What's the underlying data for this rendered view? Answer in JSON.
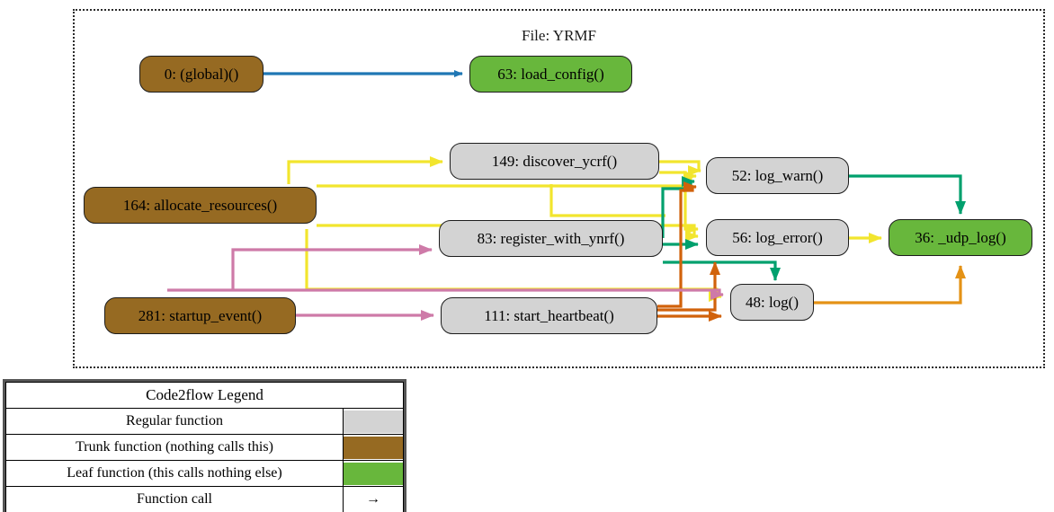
{
  "diagram": {
    "cluster_title": "File: YRMF",
    "nodes": [
      {
        "id": "global",
        "label": "0: (global)()",
        "type": "trunk"
      },
      {
        "id": "load_config",
        "label": "63: load_config()",
        "type": "leaf"
      },
      {
        "id": "discover_ycrf",
        "label": "149: discover_ycrf()",
        "type": "regular"
      },
      {
        "id": "allocate_resources",
        "label": "164: allocate_resources()",
        "type": "trunk"
      },
      {
        "id": "register_with_ynrf",
        "label": "83: register_with_ynrf()",
        "type": "regular"
      },
      {
        "id": "startup_event",
        "label": "281: startup_event()",
        "type": "trunk"
      },
      {
        "id": "start_heartbeat",
        "label": "111: start_heartbeat()",
        "type": "regular"
      },
      {
        "id": "log_warn",
        "label": "52: log_warn()",
        "type": "regular"
      },
      {
        "id": "log_error",
        "label": "56: log_error()",
        "type": "regular"
      },
      {
        "id": "log",
        "label": "48: log()",
        "type": "regular"
      },
      {
        "id": "_udp_log",
        "label": "36: _udp_log()",
        "type": "leaf"
      }
    ],
    "edges": [
      {
        "from": "global",
        "to": "load_config",
        "color": "#1f77b4"
      },
      {
        "from": "allocate_resources",
        "to": "discover_ycrf",
        "color": "#f2e52e"
      },
      {
        "from": "allocate_resources",
        "to": "log_warn",
        "color": "#f2e52e"
      },
      {
        "from": "allocate_resources",
        "to": "log_error",
        "color": "#f2e52e"
      },
      {
        "from": "allocate_resources",
        "to": "log",
        "color": "#f2e52e"
      },
      {
        "from": "discover_ycrf",
        "to": "log_warn",
        "color": "#f2e52e"
      },
      {
        "from": "discover_ycrf",
        "to": "log_error",
        "color": "#f2e52e"
      },
      {
        "from": "register_with_ynrf",
        "to": "log_warn",
        "color": "#00a06d"
      },
      {
        "from": "register_with_ynrf",
        "to": "log_error",
        "color": "#00a06d"
      },
      {
        "from": "register_with_ynrf",
        "to": "log",
        "color": "#00a06d"
      },
      {
        "from": "start_heartbeat",
        "to": "log_warn",
        "color": "#d1620b"
      },
      {
        "from": "start_heartbeat",
        "to": "log",
        "color": "#d1620b"
      },
      {
        "from": "startup_event",
        "to": "register_with_ynrf",
        "color": "#ce7aa8"
      },
      {
        "from": "startup_event",
        "to": "start_heartbeat",
        "color": "#ce7aa8"
      },
      {
        "from": "startup_event",
        "to": "log",
        "color": "#ce7aa8"
      },
      {
        "from": "log_warn",
        "to": "_udp_log",
        "color": "#00a06d"
      },
      {
        "from": "log_error",
        "to": "_udp_log",
        "color": "#f2e52e"
      },
      {
        "from": "log",
        "to": "_udp_log",
        "color": "#e49216"
      }
    ],
    "colors": {
      "regular_fill": "#d3d3d3",
      "trunk_fill": "#966a22",
      "leaf_fill": "#68b73c",
      "edge_blue": "#1f77b4",
      "edge_yellow": "#f2e52e",
      "edge_teal": "#00a06d",
      "edge_orange": "#d1620b",
      "edge_pink": "#ce7aa8",
      "edge_amber": "#e49216",
      "node_stroke": "#1c1c1c",
      "cluster_border": "#2b2b2b"
    }
  },
  "legend": {
    "title": "Code2flow Legend",
    "rows": [
      {
        "label": "Regular function",
        "swatch": "regular"
      },
      {
        "label": "Trunk function (nothing calls this)",
        "swatch": "trunk"
      },
      {
        "label": "Leaf function (this calls nothing else)",
        "swatch": "leaf"
      },
      {
        "label": "Function call",
        "swatch": "arrow"
      }
    ],
    "arrow_glyph": "→"
  }
}
